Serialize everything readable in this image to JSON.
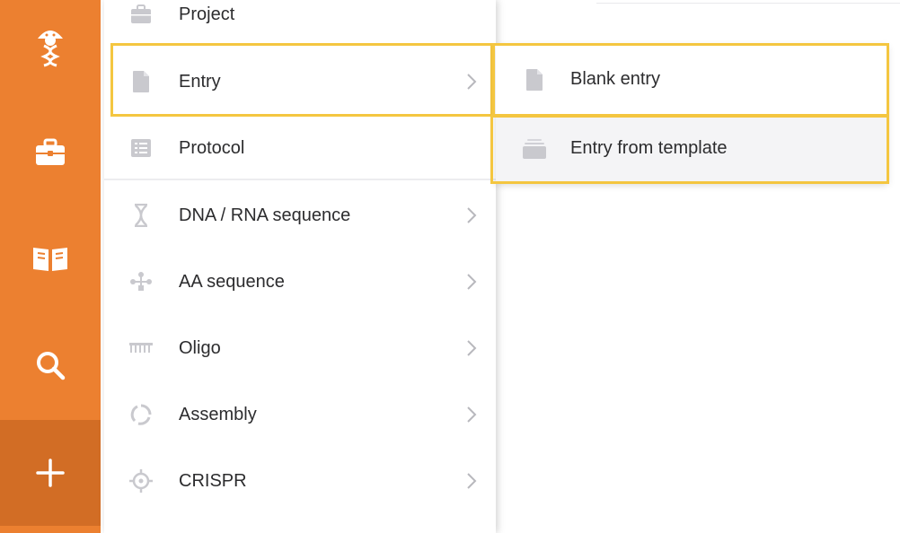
{
  "colors": {
    "sidebar": "#ec8030",
    "sidebar_active": "#d26d25",
    "highlight": "#f4c640",
    "icon_gray": "#c9c9ce",
    "text": "#2c2c2e"
  },
  "sidebar": {
    "items": [
      {
        "icon": "dna-logo-icon"
      },
      {
        "icon": "briefcase-icon"
      },
      {
        "icon": "book-icon"
      },
      {
        "icon": "search-icon"
      },
      {
        "icon": "plus-icon",
        "active": true
      }
    ]
  },
  "menu": {
    "items": [
      {
        "label": "Project",
        "icon": "briefcase-icon",
        "submenu": false
      },
      {
        "label": "Entry",
        "icon": "document-icon",
        "submenu": true,
        "highlighted": true
      },
      {
        "label": "Protocol",
        "icon": "list-icon",
        "submenu": false
      },
      {
        "label": "DNA / RNA sequence",
        "icon": "dna-helix-icon",
        "submenu": true
      },
      {
        "label": "AA sequence",
        "icon": "protein-icon",
        "submenu": true
      },
      {
        "label": "Oligo",
        "icon": "oligo-icon",
        "submenu": true
      },
      {
        "label": "Assembly",
        "icon": "assembly-icon",
        "submenu": true
      },
      {
        "label": "CRISPR",
        "icon": "crosshair-icon",
        "submenu": true
      }
    ]
  },
  "submenu": {
    "items": [
      {
        "label": "Blank entry",
        "icon": "document-icon"
      },
      {
        "label": "Entry from template",
        "icon": "template-icon",
        "hovered": true
      }
    ]
  }
}
